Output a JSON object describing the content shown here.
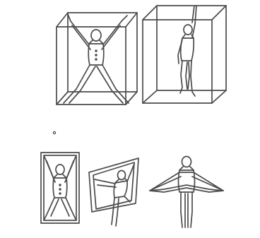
{
  "figure": {
    "background_color": "#ffffff",
    "ink_color": "#4b4b4b",
    "panels": [
      {
        "id": "cube-spread-eagle",
        "description_icon": "figure-in-cube-icon"
      },
      {
        "id": "cube-hanging",
        "description_icon": "hanging-figure-in-cube-icon"
      },
      {
        "id": "flat-frame",
        "description_icon": "figure-in-frame-icon"
      },
      {
        "id": "skewed-frame",
        "description_icon": "figure-in-skewed-frame-icon"
      },
      {
        "id": "stretched-sheet",
        "description_icon": "figure-with-sheet-icon"
      }
    ]
  }
}
